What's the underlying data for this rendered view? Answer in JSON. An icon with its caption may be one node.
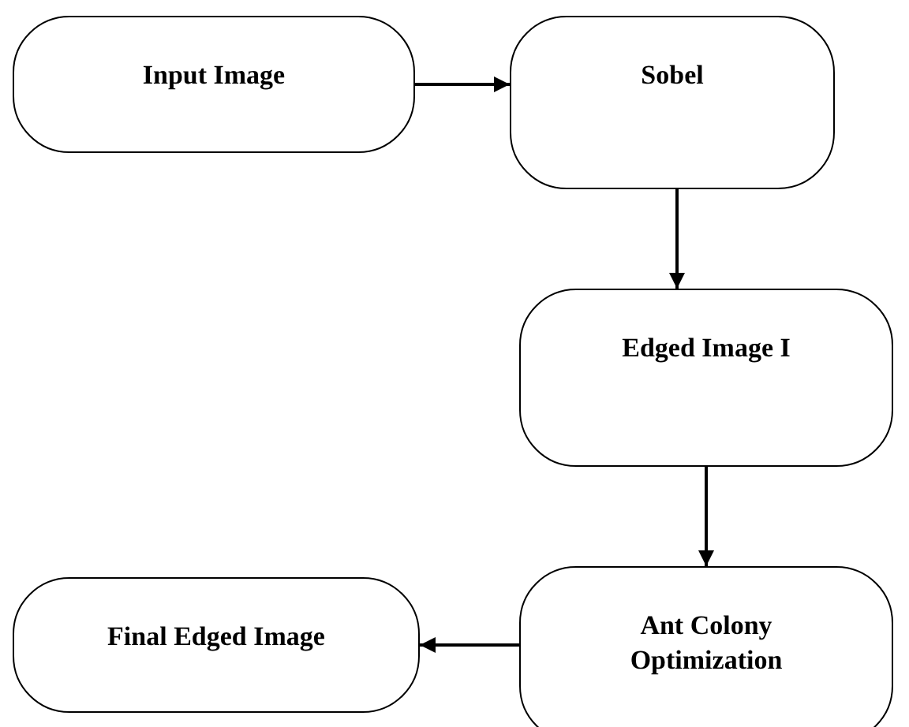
{
  "diagram": {
    "nodes": [
      {
        "text": [
          "Input Image"
        ]
      },
      {
        "text": [
          "Sobel"
        ]
      },
      {
        "text": [
          "Edged Image I"
        ]
      },
      {
        "text": [
          "Ant Colony Optimization"
        ]
      },
      {
        "text": [
          "Final Edged Image"
        ]
      }
    ],
    "edges": [
      {
        "from": 0,
        "to": 1,
        "arrow": "to"
      },
      {
        "from": 1,
        "to": 2,
        "arrow": "to"
      },
      {
        "from": 2,
        "to": 3,
        "arrow": "to"
      },
      {
        "from": 3,
        "to": 4,
        "arrow": "to"
      }
    ]
  }
}
